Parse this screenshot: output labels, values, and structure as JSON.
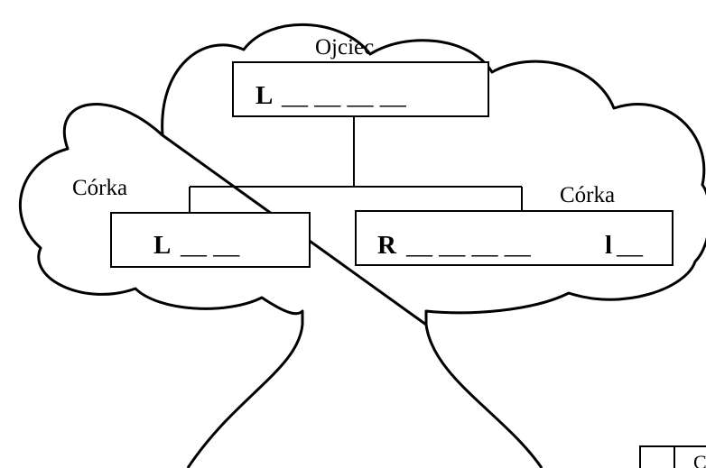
{
  "diagram": {
    "father": {
      "label": "Ojciec",
      "letter": "L",
      "blanks": "__ __ __ __"
    },
    "daughter_left": {
      "label": "Córka",
      "letter": "L",
      "blanks": "__ __"
    },
    "daughter_right": {
      "label": "Córka",
      "letter": "R",
      "blanks": "__ __ __ __",
      "inner_letter": "l",
      "tail_blank": "__"
    },
    "table_fragment": {
      "partial_text": "C"
    }
  }
}
